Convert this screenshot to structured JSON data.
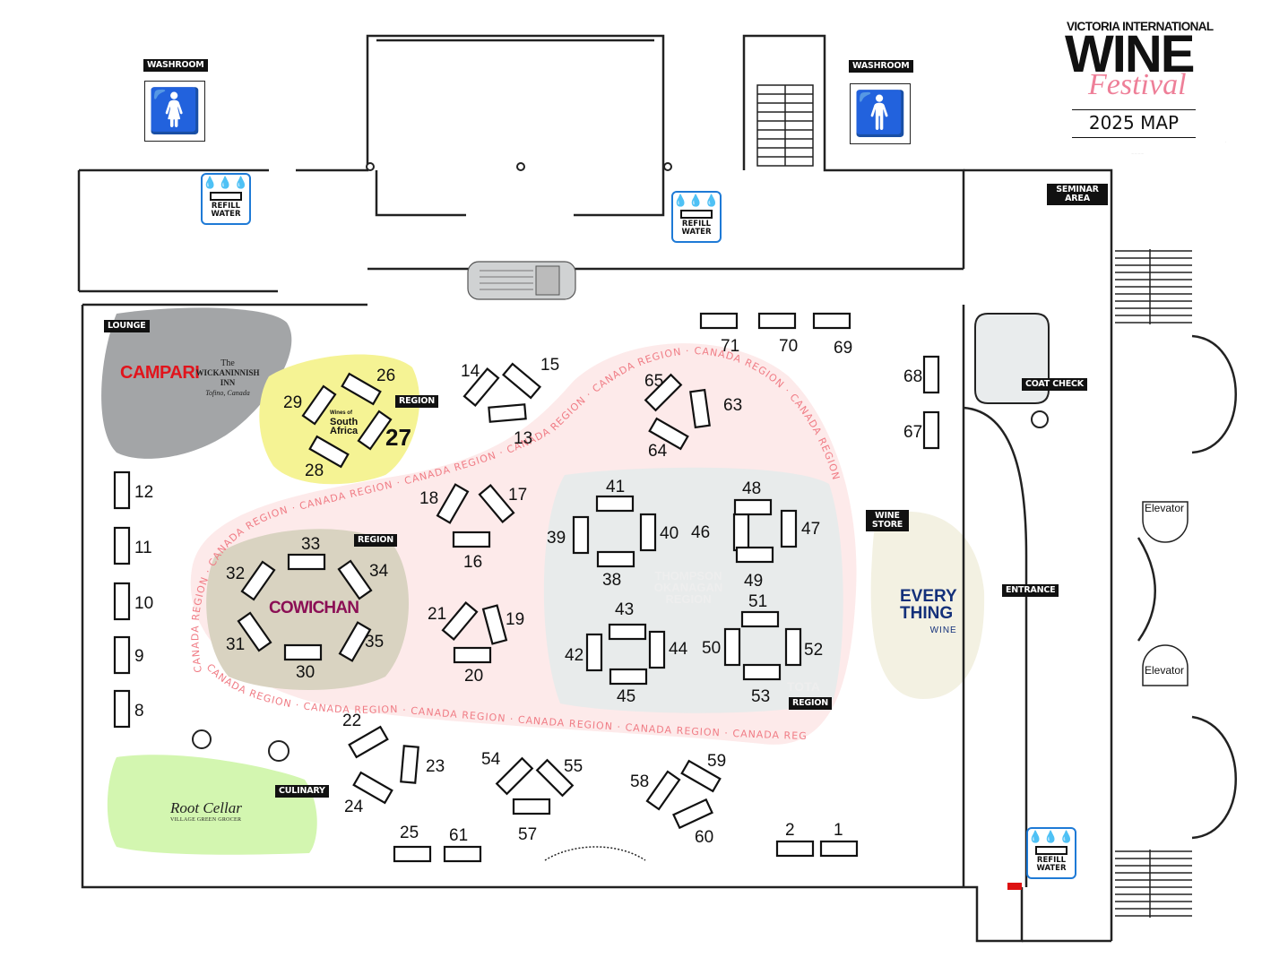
{
  "title": {
    "line1": "VICTORIA INTERNATIONAL",
    "line2": "WINE",
    "line3": "Festival",
    "line4": "2025 MAP"
  },
  "labels": {
    "washroom_women": "WASHROOM",
    "washroom_men": "WASHROOM",
    "lounge": "LOUNGE",
    "seminar_area": "SEMINAR AREA",
    "coat_check": "COAT CHECK",
    "wine_store": "WINE STORE",
    "entrance": "ENTRANCE",
    "culinary": "CULINARY",
    "region_sa": "REGION",
    "region_cowichan": "REGION",
    "region_tota": "REGION",
    "elevator_top": "Elevator",
    "elevator_bottom": "Elevator",
    "canada_region": "CANADA REGION",
    "thompson_okanagan": "THOMPSON OKANAGAN REGION",
    "tota": "TOTA"
  },
  "refill_stations": [
    {
      "label_1": "REFILL",
      "label_2": "WATER",
      "icon": "water-drops-icon"
    },
    {
      "label_1": "REFILL",
      "label_2": "WATER",
      "icon": "water-drops-icon"
    },
    {
      "label_1": "REFILL",
      "label_2": "WATER",
      "icon": "water-drops-icon"
    }
  ],
  "sponsors": {
    "campari": "CAMPARI",
    "wickaninnish_1": "The",
    "wickaninnish_2": "WICKANINNISH INN",
    "wickaninnish_3": "Tofino, Canada",
    "south_africa_1": "Wines of",
    "south_africa_2": "South",
    "south_africa_3": "Africa",
    "cowichan": "COWICHAN",
    "everything_1": "EVERY",
    "everything_2": "THING",
    "everything_3": "WINE",
    "root_cellar_1": "Root Cellar",
    "root_cellar_2": "VILLAGE GREEN GROCER"
  },
  "colors": {
    "lounge": "#a3a5a7",
    "south_africa": "#f5f394",
    "cowichan": "#d9d3c1",
    "thompson_okanagan": "#e8ebeb",
    "wine_store": "#f3f1e2",
    "culinary": "#d3f6b0",
    "canada_region": "#fde8e8",
    "canada_text": "#f07c85",
    "refill": "#1e7ad6"
  },
  "tables": [
    "1",
    "2",
    "8",
    "9",
    "10",
    "11",
    "12",
    "13",
    "14",
    "15",
    "16",
    "17",
    "18",
    "19",
    "20",
    "21",
    "22",
    "23",
    "24",
    "25",
    "26",
    "27",
    "28",
    "29",
    "30",
    "31",
    "32",
    "33",
    "34",
    "35",
    "38",
    "39",
    "40",
    "41",
    "42",
    "43",
    "44",
    "45",
    "46",
    "47",
    "48",
    "49",
    "50",
    "51",
    "52",
    "53",
    "54",
    "55",
    "57",
    "58",
    "59",
    "60",
    "61",
    "63",
    "64",
    "65",
    "67",
    "68",
    "69",
    "70",
    "71"
  ]
}
